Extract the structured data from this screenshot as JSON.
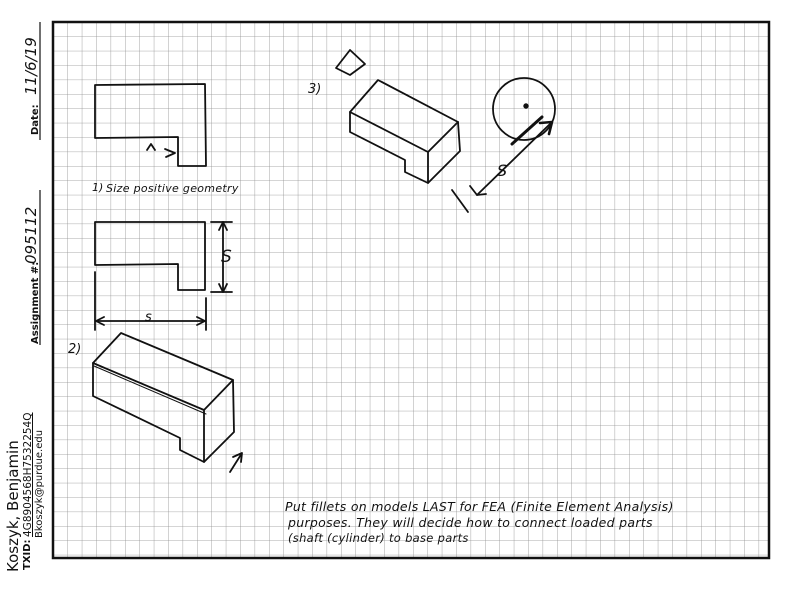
{
  "header": {
    "name": "Koszyk, Benjamin",
    "txid_label": "TXID:",
    "txid_value": "4G8904568H7532254Q",
    "email": "Bkoszyk@purdue.edu",
    "assignment_label": "Assignment #:",
    "assignment_value": "095112",
    "date_label": "Date:",
    "date_value": "11/6/19"
  },
  "sketch": {
    "step1_label": "1)",
    "step1_text": "Size positive geometry",
    "dim_label_vertical": "S",
    "dim_label_horizontal": "s",
    "step2_label": "2)",
    "step3_label": "3)",
    "rotation_dim_label": "S"
  },
  "note": {
    "line1": "Put fillets on models LAST for FEA (Finite Element Analysis)",
    "line2": "purposes. They will decide how to connect loaded parts",
    "line3": "(shaft (cylinder) to base parts"
  },
  "colors": {
    "ink": "#111111",
    "grid": "#8a8a8a",
    "paper": "#ffffff"
  }
}
